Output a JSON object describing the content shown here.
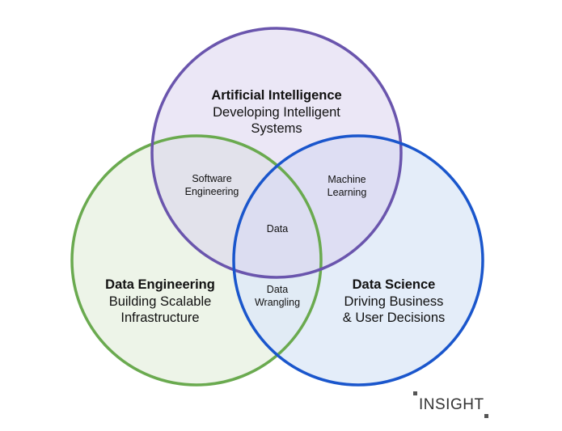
{
  "colors": {
    "ai_stroke": "#6a55ad",
    "ai_fill": "#ece7f6",
    "de_stroke": "#6aaa4f",
    "de_fill": "#eaf2e4",
    "ds_stroke": "#1a56cc",
    "ds_fill": "#e2ebf9"
  },
  "circles": {
    "ai": {
      "title": "Artificial Intelligence",
      "line1": "Developing Intelligent",
      "line2": "Systems"
    },
    "de": {
      "title": "Data Engineering",
      "line1": "Building Scalable",
      "line2": "Infrastructure"
    },
    "ds": {
      "title": "Data Science",
      "line1": "Driving Business",
      "line2": "& User Decisions"
    }
  },
  "overlaps": {
    "ai_de": {
      "line1": "Software",
      "line2": "Engineering"
    },
    "ai_ds": {
      "line1": "Machine",
      "line2": "Learning"
    },
    "de_ds": {
      "line1": "Data",
      "line2": "Wrangling"
    },
    "all": {
      "line1": "Data"
    }
  },
  "logo": {
    "text": "INSIGHT"
  }
}
